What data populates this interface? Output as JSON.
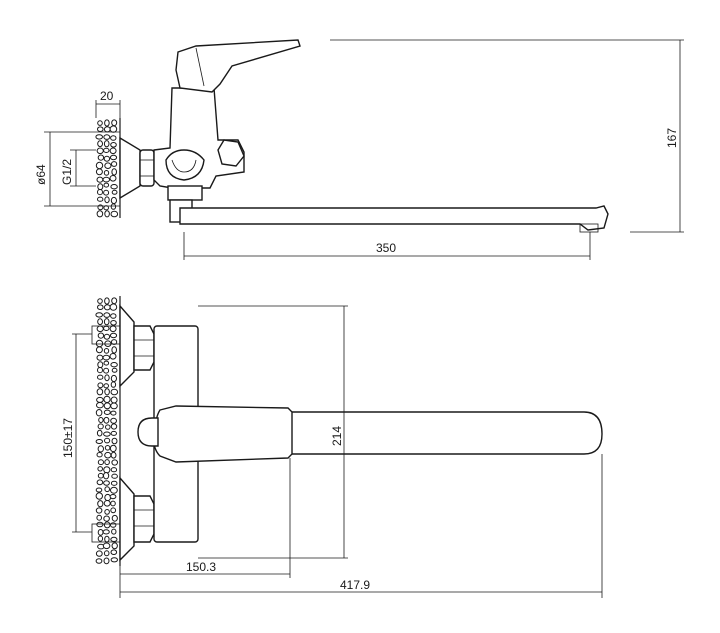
{
  "dimensions": {
    "side_view": {
      "wall_thickness": "20",
      "flange_diameter": "ø64",
      "thread": "G1/2",
      "height": "167",
      "spout_length": "350"
    },
    "top_view": {
      "inlet_spacing": "150±17",
      "depth": "214",
      "body_offset": "150.3",
      "total_length": "417.9"
    }
  }
}
